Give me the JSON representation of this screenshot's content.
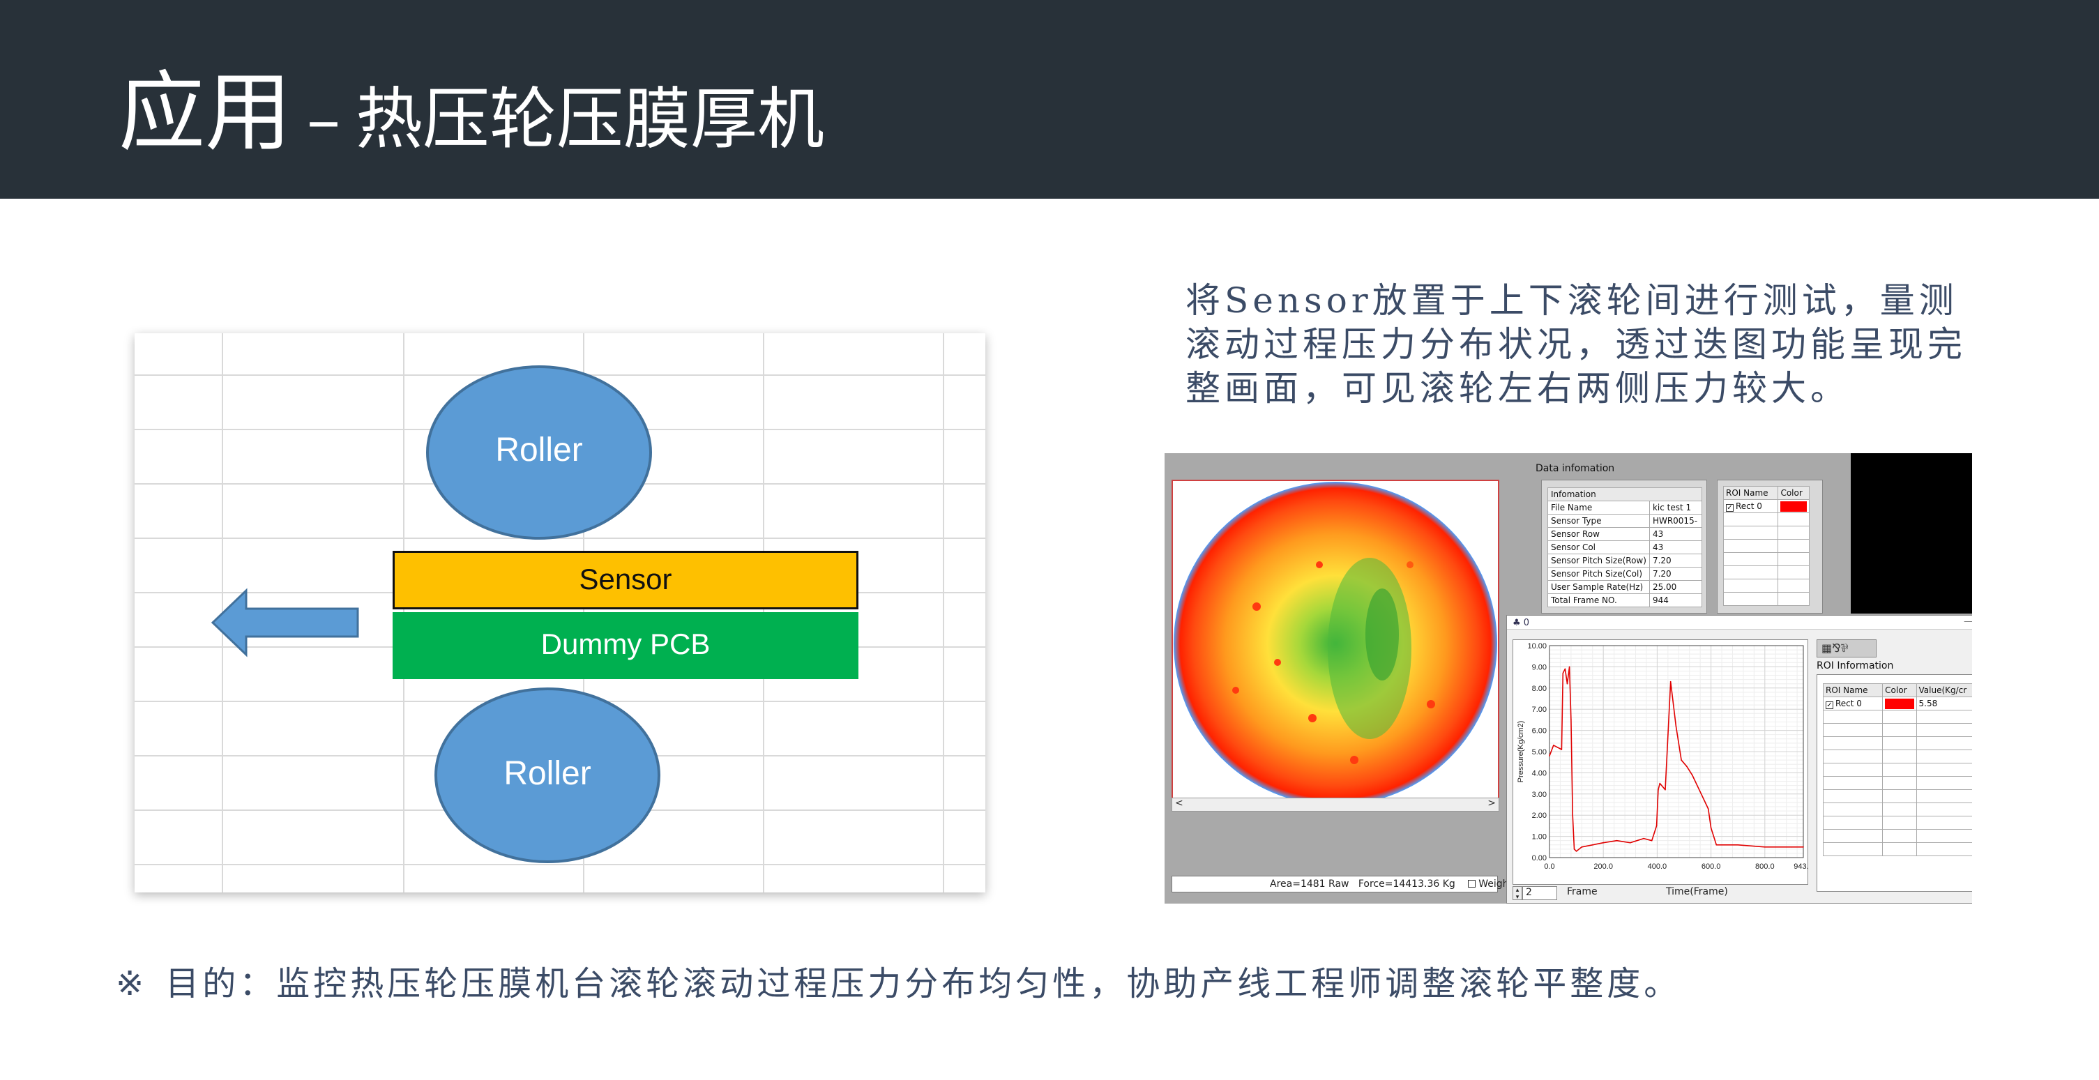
{
  "slide": {
    "title_main": "应用",
    "title_sep": "–",
    "title_sub": "热压轮压膜厚机",
    "description": "将Sensor放置于上下滚轮间进行测试，量测滚动过程压力分布状况，透过迭图功能呈现完整画面，可见滚轮左右两侧压力较大。",
    "note_mark": "※",
    "note_text": "目的：监控热压轮压膜机台滚轮滚动过程压力分布均匀性，协助产线工程师调整滚轮平整度。"
  },
  "diagram": {
    "roller_top": "Roller",
    "sensor": "Sensor",
    "pcb": "Dummy PCB",
    "roller_bottom": "Roller",
    "colors": {
      "roller": "#5b9bd5",
      "sensor": "#fec000",
      "pcb": "#00b050",
      "arrow": "#5b9bd5"
    }
  },
  "software": {
    "data_info_caption": "Data infomation",
    "info_header": "Infomation",
    "info_rows": [
      {
        "label": "File Name",
        "value": "kic test 1"
      },
      {
        "label": "Sensor Type",
        "value": "HWR0015-"
      },
      {
        "label": "Sensor Row",
        "value": "43"
      },
      {
        "label": "Sensor Col",
        "value": "43"
      },
      {
        "label": "Sensor Pitch Size(Row)",
        "value": "7.20"
      },
      {
        "label": "Sensor Pitch Size(Col)",
        "value": "7.20"
      },
      {
        "label": "User Sample Rate(Hz)",
        "value": "25.00"
      },
      {
        "label": "Total Frame NO.",
        "value": "944"
      }
    ],
    "roi_table": {
      "col_name": "ROI Name",
      "col_color": "Color",
      "row_name": "Rect 0",
      "color": "#ff0000"
    },
    "status": {
      "area": "Area=1481 Raw",
      "force": "Force=14413.36 Kg",
      "weight_label": "Weight cen"
    },
    "scroll_left": "<",
    "scroll_right": ">",
    "chart_window_icon": "♣",
    "chart_window_title": "0",
    "chart_window_close": "—",
    "toolbar_icons": "▦⅋⅌",
    "roi_info_caption": "ROI Information",
    "roi_info": {
      "col_name": "ROI Name",
      "col_color": "Color",
      "col_value": "Value(Kg/cr",
      "row_name": "Rect 0",
      "row_value": "5.58",
      "color": "#ff0000"
    },
    "frame_label": "Frame",
    "frame_value": "2",
    "spin_up": "▴",
    "spin_down": "▾"
  },
  "chart_data": {
    "type": "line",
    "title": "",
    "xlabel": "Time(Frame)",
    "ylabel": "Pressure(Kg/cm2)",
    "xlim": [
      0,
      943
    ],
    "ylim": [
      0,
      10
    ],
    "x_ticks": [
      "0.0",
      "200.0",
      "400.0",
      "600.0",
      "800.0",
      "943.0"
    ],
    "y_ticks": [
      "0.00",
      "1.00",
      "2.00",
      "3.00",
      "4.00",
      "5.00",
      "6.00",
      "7.00",
      "8.00",
      "9.00",
      "10.00"
    ],
    "grid": true,
    "series": [
      {
        "color": "#e00000",
        "x": [
          0,
          15,
          30,
          45,
          50,
          58,
          66,
          74,
          80,
          86,
          92,
          100,
          120,
          160,
          200,
          250,
          300,
          350,
          380,
          398,
          404,
          410,
          430,
          450,
          470,
          490,
          510,
          530,
          560,
          590,
          600,
          620,
          700,
          800,
          900,
          943
        ],
        "y": [
          4.8,
          5.3,
          5.2,
          5.1,
          8.7,
          8.9,
          8.2,
          9.0,
          6.5,
          2.0,
          0.4,
          0.3,
          0.5,
          0.6,
          0.7,
          0.8,
          0.7,
          0.9,
          0.8,
          1.5,
          3.2,
          3.5,
          3.2,
          8.3,
          6.2,
          4.6,
          4.3,
          3.9,
          3.1,
          2.3,
          1.4,
          0.6,
          0.6,
          0.5,
          0.5,
          0.5
        ]
      }
    ]
  }
}
